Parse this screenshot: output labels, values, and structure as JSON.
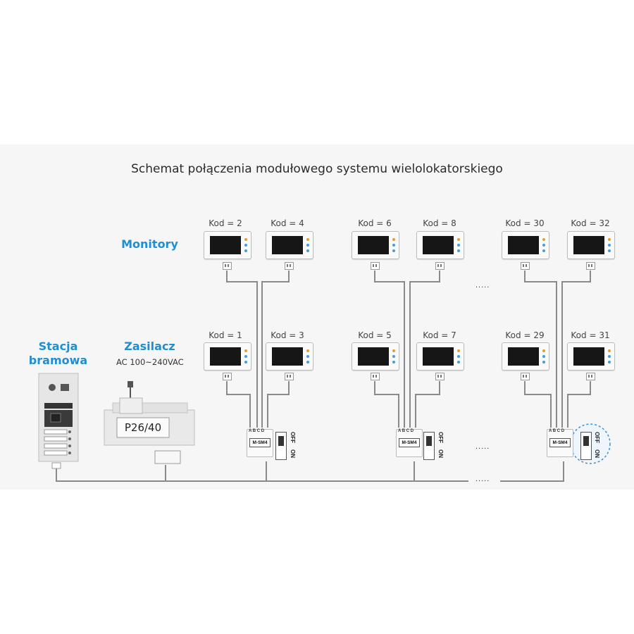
{
  "title": "Schemat połączenia modułowego systemu wielolokatorskiego",
  "labels": {
    "monitory": "Monitory",
    "stacja_line1": "Stacja",
    "stacja_line2": "bramowa",
    "zasilacz": "Zasilacz",
    "zasilacz_spec": "AC 100~240VAC",
    "psu_model": "P26/40",
    "module": "M-SM4",
    "switch_off": "OFF",
    "switch_on": "ON",
    "terminals": "A B C D",
    "dots": "....."
  },
  "monitors_top": [
    {
      "kod": "Kod = 2"
    },
    {
      "kod": "Kod = 4"
    },
    {
      "kod": "Kod = 6"
    },
    {
      "kod": "Kod = 8"
    },
    {
      "kod": "Kod = 30"
    },
    {
      "kod": "Kod = 32"
    }
  ],
  "monitors_bottom": [
    {
      "kod": "Kod = 1"
    },
    {
      "kod": "Kod = 3"
    },
    {
      "kod": "Kod = 5"
    },
    {
      "kod": "Kod = 7"
    },
    {
      "kod": "Kod = 29"
    },
    {
      "kod": "Kod = 31"
    }
  ],
  "colors": {
    "accent": "#1f8fd3",
    "wire": "#8a8a8a",
    "highlight": "#3a8fd8"
  }
}
